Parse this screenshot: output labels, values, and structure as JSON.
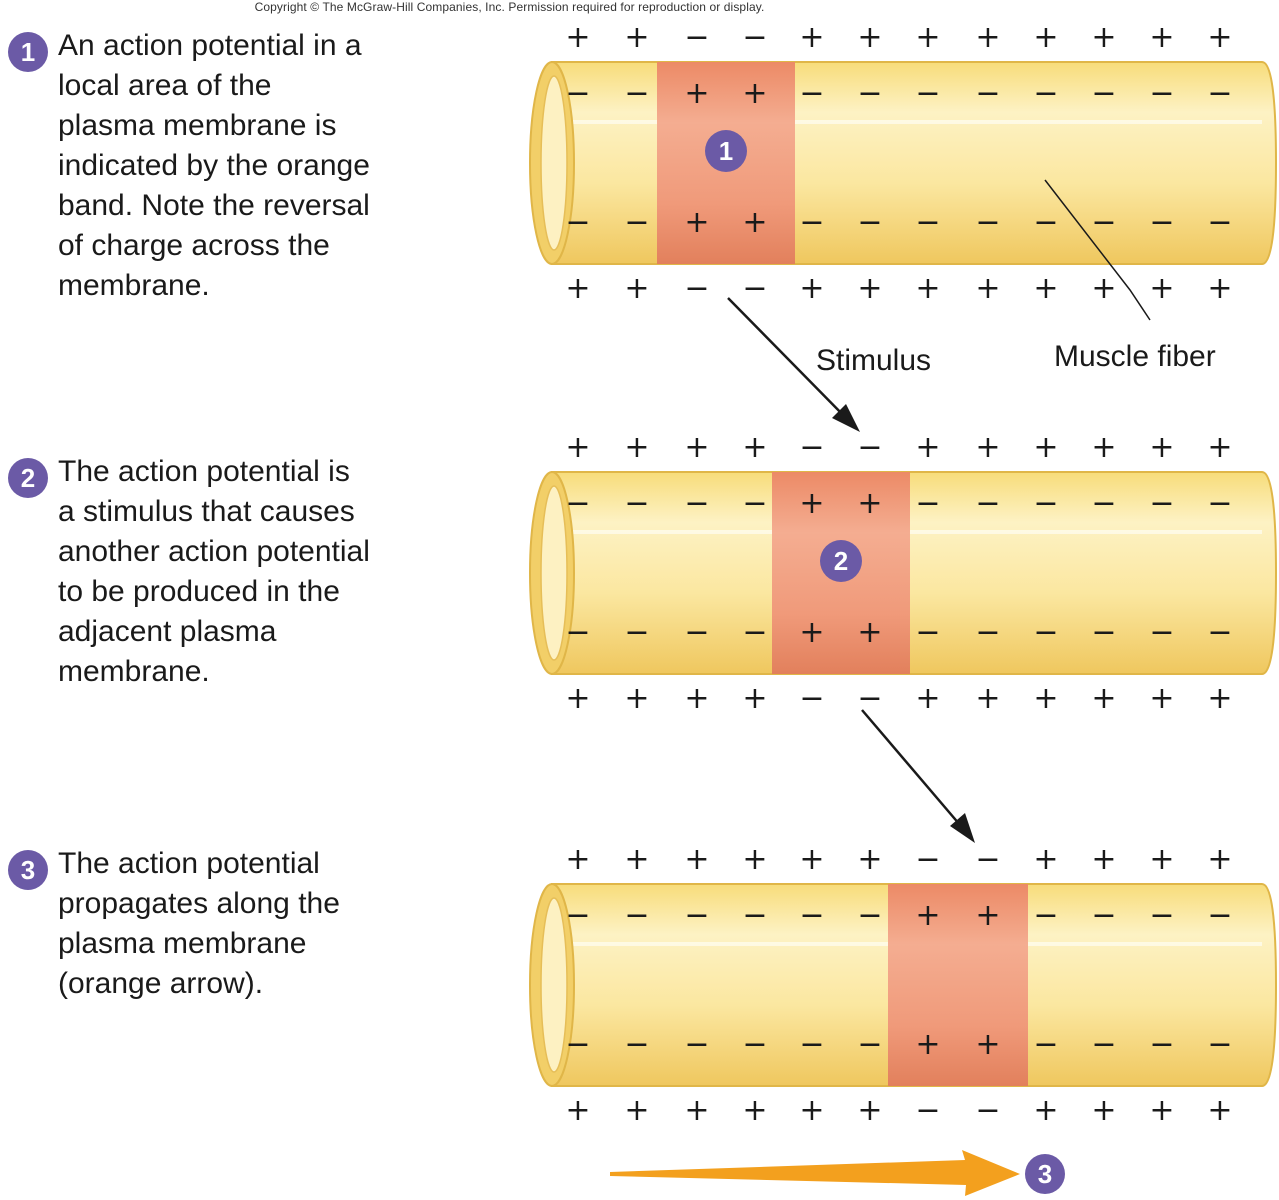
{
  "copyright": "Copyright © The McGraw-Hill Companies, Inc. Permission required for reproduction or display.",
  "steps": [
    {
      "number": "1",
      "text": "An action potential in a\nlocal area of the\nplasma membrane is\nindicated by the orange\nband. Note the reversal\nof charge across the\nmembrane."
    },
    {
      "number": "2",
      "text": "The action potential is\na stimulus that causes\nanother action potential\nto be produced in the\nadjacent plasma\nmembrane."
    },
    {
      "number": "3",
      "text": "The action potential\npropagates along the\nplasma membrane\n(orange arrow)."
    }
  ],
  "labels": {
    "stimulus": "Stimulus",
    "muscle_fiber": "Muscle fiber"
  },
  "fibers": [
    {
      "badge": "1",
      "outer_top": [
        "+",
        "+",
        "−",
        "−",
        "+",
        "+",
        "+",
        "+",
        "+",
        "+",
        "+",
        "+"
      ],
      "inner_top": [
        "−",
        "−",
        "+",
        "+",
        "−",
        "−",
        "−",
        "−",
        "−",
        "−",
        "−",
        "−"
      ],
      "inner_bottom": [
        "−",
        "−",
        "+",
        "+",
        "−",
        "−",
        "−",
        "−",
        "−",
        "−",
        "−",
        "−"
      ],
      "outer_bottom": [
        "+",
        "+",
        "−",
        "−",
        "+",
        "+",
        "+",
        "+",
        "+",
        "+",
        "+",
        "+"
      ]
    },
    {
      "badge": "2",
      "outer_top": [
        "+",
        "+",
        "+",
        "+",
        "−",
        "−",
        "+",
        "+",
        "+",
        "+",
        "+",
        "+"
      ],
      "inner_top": [
        "−",
        "−",
        "−",
        "−",
        "+",
        "+",
        "−",
        "−",
        "−",
        "−",
        "−",
        "−"
      ],
      "inner_bottom": [
        "−",
        "−",
        "−",
        "−",
        "+",
        "+",
        "−",
        "−",
        "−",
        "−",
        "−",
        "−"
      ],
      "outer_bottom": [
        "+",
        "+",
        "+",
        "+",
        "−",
        "−",
        "+",
        "+",
        "+",
        "+",
        "+",
        "+"
      ]
    },
    {
      "badge": "3",
      "outer_top": [
        "+",
        "+",
        "+",
        "+",
        "+",
        "+",
        "−",
        "−",
        "+",
        "+",
        "+",
        "+"
      ],
      "inner_top": [
        "−",
        "−",
        "−",
        "−",
        "−",
        "−",
        "+",
        "+",
        "−",
        "−",
        "−",
        "−"
      ],
      "inner_bottom": [
        "−",
        "−",
        "−",
        "−",
        "−",
        "−",
        "+",
        "+",
        "−",
        "−",
        "−",
        "−"
      ],
      "outer_bottom": [
        "+",
        "+",
        "+",
        "+",
        "+",
        "+",
        "−",
        "−",
        "+",
        "+",
        "+",
        "+"
      ]
    }
  ],
  "colors": {
    "fiber_fill": "#fbeaa6",
    "fiber_edge": "#e0b648",
    "band": "#ef9b7c",
    "badge": "#6b5aa6",
    "propagation_arrow": "#f3a01e"
  }
}
